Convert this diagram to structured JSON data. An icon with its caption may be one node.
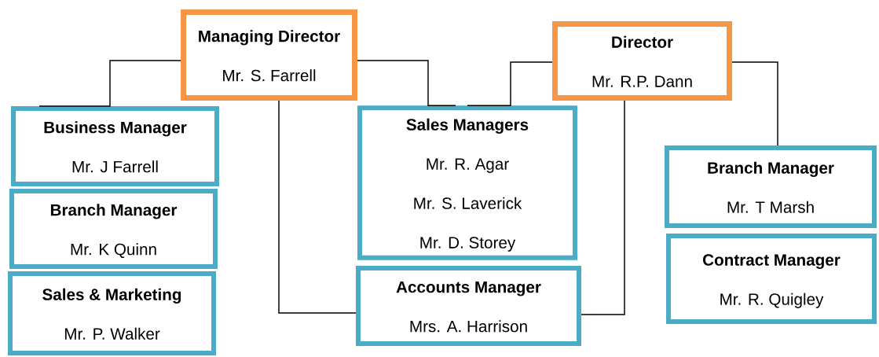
{
  "diagram": {
    "nodes": [
      {
        "text": [
          "Managing Director",
          "Mr. S. Farrell"
        ]
      },
      {
        "text": [
          "Director",
          "Mr. R.P. Dann"
        ]
      },
      {
        "text": [
          "Business Manager",
          "Mr. J Farrell"
        ]
      },
      {
        "text": [
          "Branch Manager",
          "Mr. K Quinn"
        ]
      },
      {
        "text": [
          "Sales & Marketing",
          "Mr. P. Walker"
        ]
      },
      {
        "text": [
          "Sales Managers",
          "Mr. R. Agar",
          "Mr. S. Laverick",
          "Mr. D. Storey"
        ]
      },
      {
        "text": [
          "Accounts Manager",
          "Mrs. A. Harrison"
        ]
      },
      {
        "text": [
          "Branch Manager",
          "Mr. T Marsh"
        ]
      },
      {
        "text": [
          "Contract Manager",
          "Mr. R. Quigley"
        ]
      }
    ],
    "edges": [
      {
        "from": 0,
        "to": 2,
        "arrow": "none"
      },
      {
        "from": 0,
        "to": 5,
        "arrow": "none"
      },
      {
        "from": 1,
        "to": 5,
        "arrow": "none"
      },
      {
        "from": 1,
        "to": 7,
        "arrow": "none"
      },
      {
        "from": 0,
        "to": 6,
        "arrow": "none"
      },
      {
        "from": 1,
        "to": 6,
        "arrow": "none"
      }
    ]
  }
}
